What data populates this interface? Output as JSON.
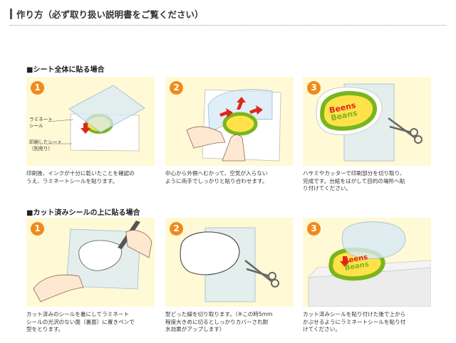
{
  "page": {
    "title": "作り方（必ず取り扱い説明書をご覧ください）"
  },
  "sections": [
    {
      "heading": "■シート全体に貼る場合",
      "steps": [
        {
          "number": "1",
          "labels": [
            "ラミネート",
            "シール",
            "印刷したシート",
            "（別売り）"
          ],
          "caption": [
            "印刷後、インクが十分に乾いたことを確認の",
            "うえ、ラミネートシールを貼ります。"
          ]
        },
        {
          "number": "2",
          "caption": [
            "中心から外側へむかって、空気が入らない",
            "ように両手でしっかりと貼り合わせます。"
          ]
        },
        {
          "number": "3",
          "sticker_text": [
            "Beens",
            "Beans"
          ],
          "caption": [
            "ハサミやカッターで印刷部分を切り取り、",
            "完成です。台紙をはがして目的の場所へ貼",
            "り付けてください。"
          ]
        }
      ]
    },
    {
      "heading": "■カット済みシールの上に貼る場合",
      "steps": [
        {
          "number": "1",
          "caption": [
            "カット済みのシールを裏にしてラミネート",
            "シールの光沢のない面（裏面）に置きペンで",
            "型をとります。"
          ]
        },
        {
          "number": "2",
          "caption": [
            "型どった線を切り取ります。（※この時5mm",
            "程度大きめに切るとしっかりカバーされ耐",
            "水効果がアップします）"
          ]
        },
        {
          "number": "3",
          "sticker_text": [
            "Beens",
            "Beans"
          ],
          "caption": [
            "カット済みシールを貼り付けた後で上から",
            "かぶせるようにラミネートシールを貼り付",
            "けてください。"
          ]
        }
      ]
    }
  ],
  "colors": {
    "panel_bg": "#fff9d6",
    "step_badge": "#f08a1c",
    "arrow_red": "#e0261b",
    "sticker_green": "#7ab51d",
    "sticker_yellow": "#ffe24a",
    "lamination_blue": "#d8eaf6"
  }
}
